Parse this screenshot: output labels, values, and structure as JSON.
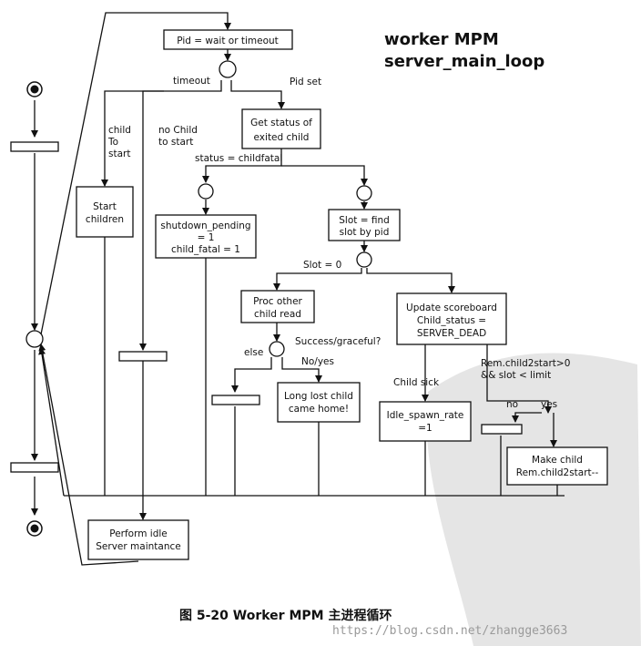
{
  "title": {
    "line1": "worker MPM",
    "line2": "server_main_loop"
  },
  "nodes": {
    "pid_wait": "Pid = wait or timeout",
    "get_status": [
      "Get status of",
      "exited child"
    ],
    "start_children": [
      "Start",
      "children"
    ],
    "shutdown": [
      "shutdown_pending",
      "= 1",
      "child_fatal = 1"
    ],
    "slot_find": [
      "Slot = find",
      "slot by pid"
    ],
    "proc_other": [
      "Proc other",
      "child read"
    ],
    "update_scoreboard": [
      "Update scoreboard",
      "Child_status =",
      "SERVER_DEAD"
    ],
    "long_lost": [
      "Long lost child",
      "came home!"
    ],
    "idle_spawn": [
      "Idle_spawn_rate",
      "=1"
    ],
    "make_child": [
      "Make child",
      "Rem.child2start--"
    ],
    "perform_idle": [
      "Perform idle",
      "Server maintance"
    ]
  },
  "edge_labels": {
    "timeout": "timeout",
    "pid_set": "Pid set",
    "child_to_start": [
      "child",
      "To",
      "start"
    ],
    "no_child": [
      "no Child",
      "to start"
    ],
    "status_fatal": "status = childfatal",
    "slot_zero": "Slot = 0",
    "else": "else",
    "success": "Success/graceful?",
    "no_yes": "No/yes",
    "child_sick": "Child sick",
    "rem_cond": [
      "Rem.child2start>0",
      "&& slot < limit"
    ],
    "no": "no",
    "yes": "yes"
  },
  "caption": "图 5-20   Worker MPM 主进程循环",
  "watermark": "https://blog.csdn.net/zhangge3663"
}
